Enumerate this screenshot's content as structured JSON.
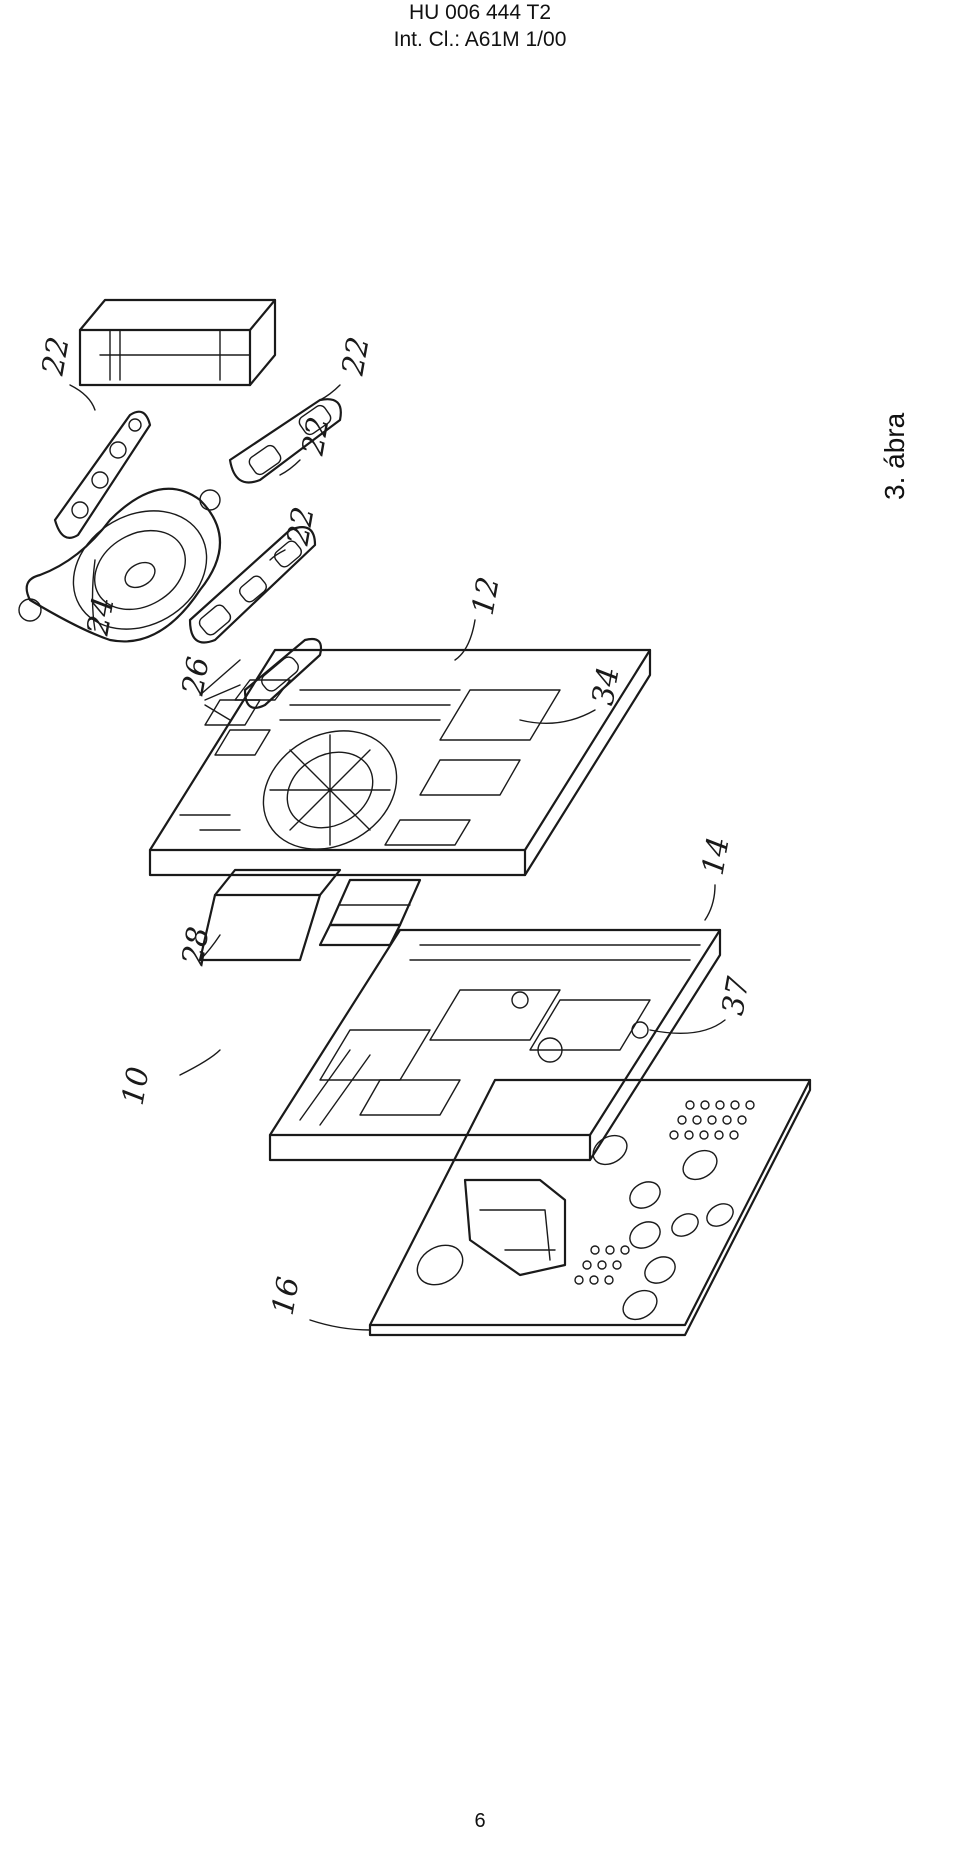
{
  "header": {
    "doc_number": "HU 006 444 T2",
    "classification": "Int. Cl.: A61M 1/00"
  },
  "figure": {
    "caption": "3. ábra",
    "reference_numerals": {
      "r10": "10",
      "r12": "12",
      "r14": "14",
      "r16": "16",
      "r22a": "22",
      "r22b": "22",
      "r22c": "22",
      "r22d": "22",
      "r24": "24",
      "r26": "26",
      "r28": "28",
      "r34": "34",
      "r37": "37"
    }
  },
  "footer": {
    "page_number": "6"
  }
}
